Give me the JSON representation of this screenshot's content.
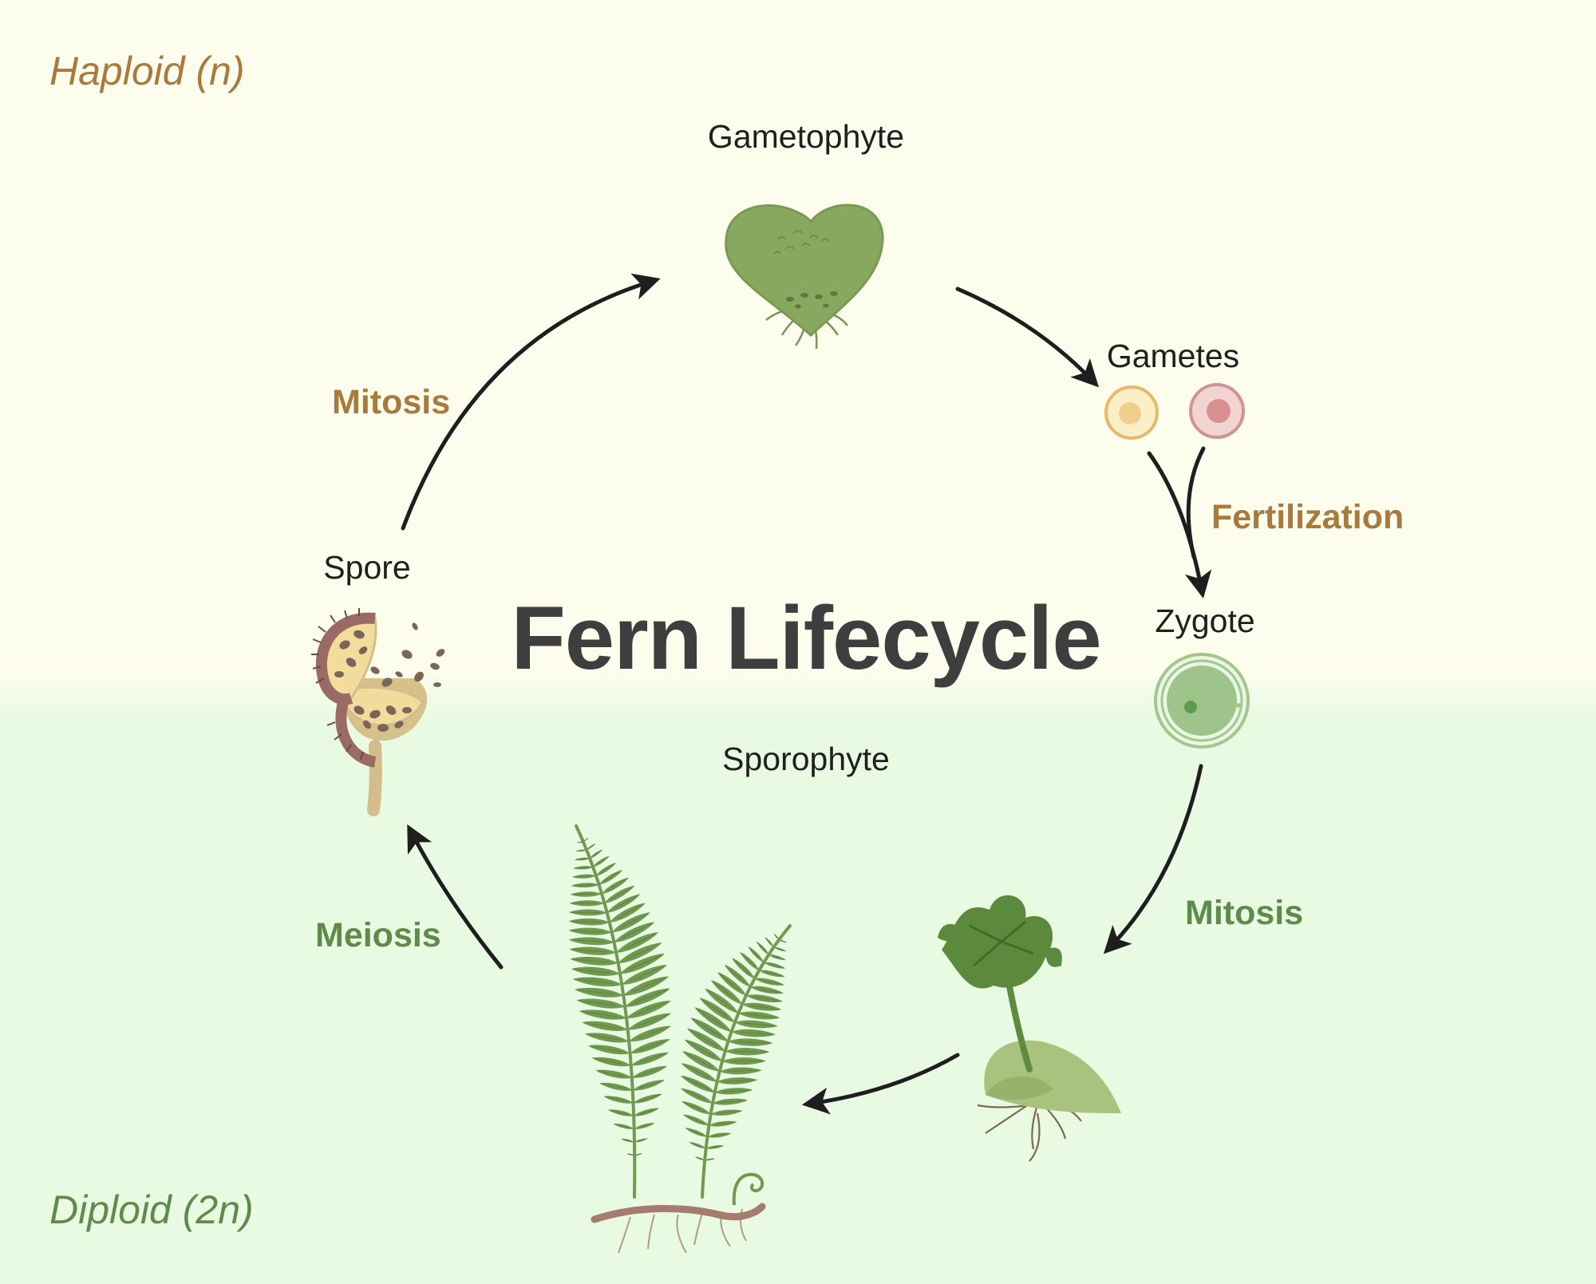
{
  "title": "Fern Lifecycle",
  "ploidy": {
    "haploid": "Haploid (n)",
    "diploid": "Diploid (2n)"
  },
  "stages": {
    "gametophyte": "Gametophyte",
    "gametes": "Gametes",
    "zygote": "Zygote",
    "sporophyte": "Sporophyte",
    "spore": "Spore"
  },
  "processes": {
    "mitosis_haploid": "Mitosis",
    "fertilization": "Fertilization",
    "mitosis_diploid": "Mitosis",
    "meiosis": "Meiosis"
  },
  "colors": {
    "haploid_bg": "#fdfdee",
    "diploid_bg": "#e8fae2",
    "haploid_text": "#a87a3c",
    "diploid_text": "#5f8a4a",
    "arrow": "#1e1e1e",
    "title": "#3e3e3e"
  }
}
